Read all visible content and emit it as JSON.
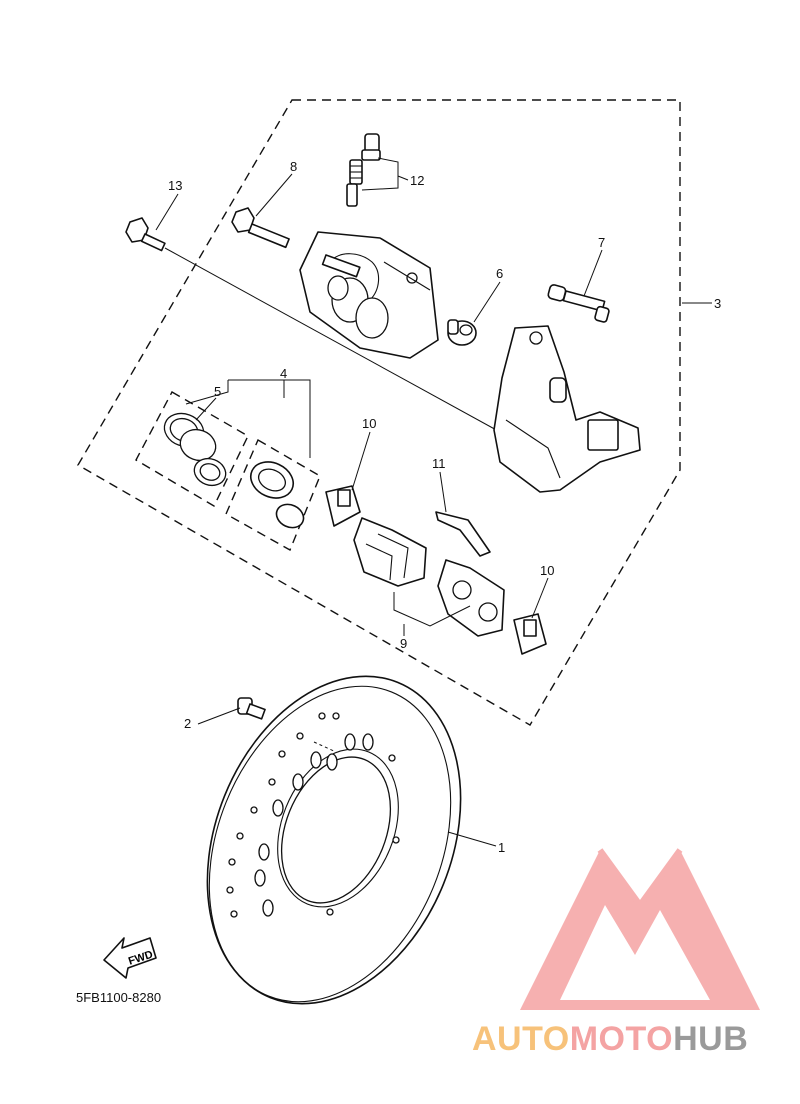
{
  "diagram": {
    "callouts": {
      "c1": "1",
      "c2": "2",
      "c3": "3",
      "c4": "4",
      "c5": "5",
      "c6": "6",
      "c7": "7",
      "c8": "8",
      "c9": "9",
      "c10a": "10",
      "c10b": "10",
      "c11": "11",
      "c12": "12",
      "c13": "13"
    },
    "fwd_label": "FWD",
    "drawing_code": "5FB1100-8280"
  },
  "watermark": {
    "text_part1": "AUTO",
    "text_part2": "MOTO",
    "text_part3": "HUB",
    "colors": {
      "part1": "#F7C27A",
      "part2": "#F4A3A3",
      "part3": "#9A9A9A",
      "logo": "#F5A3A3"
    }
  }
}
